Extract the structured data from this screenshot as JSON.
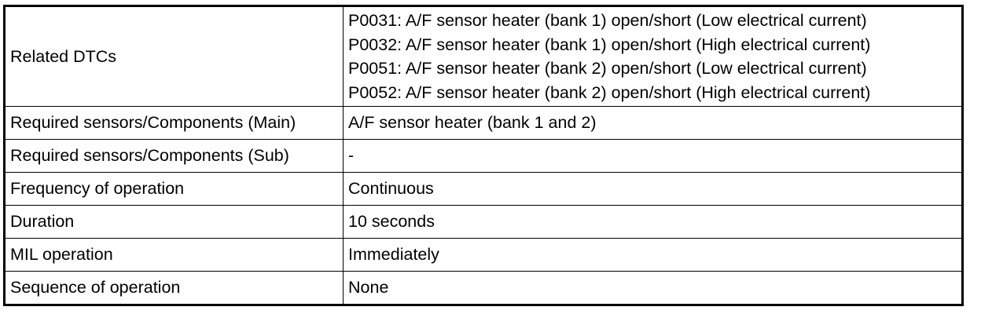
{
  "table": {
    "related_dtcs": {
      "label": "Related DTCs",
      "codes": [
        "P0031: A/F sensor heater (bank 1) open/short (Low electrical current)",
        "P0032: A/F sensor heater (bank 1) open/short (High electrical current)",
        "P0051: A/F sensor heater (bank 2) open/short (Low electrical current)",
        "P0052: A/F sensor heater (bank 2) open/short (High electrical current)"
      ]
    },
    "rows": [
      {
        "label": "Required sensors/Components (Main)",
        "value": "A/F sensor heater (bank 1 and 2)"
      },
      {
        "label": "Required sensors/Components (Sub)",
        "value": "-"
      },
      {
        "label": "Frequency of operation",
        "value": "Continuous"
      },
      {
        "label": "Duration",
        "value": "10 seconds"
      },
      {
        "label": "MIL operation",
        "value": "Immediately"
      },
      {
        "label": "Sequence of operation",
        "value": "None"
      }
    ]
  }
}
